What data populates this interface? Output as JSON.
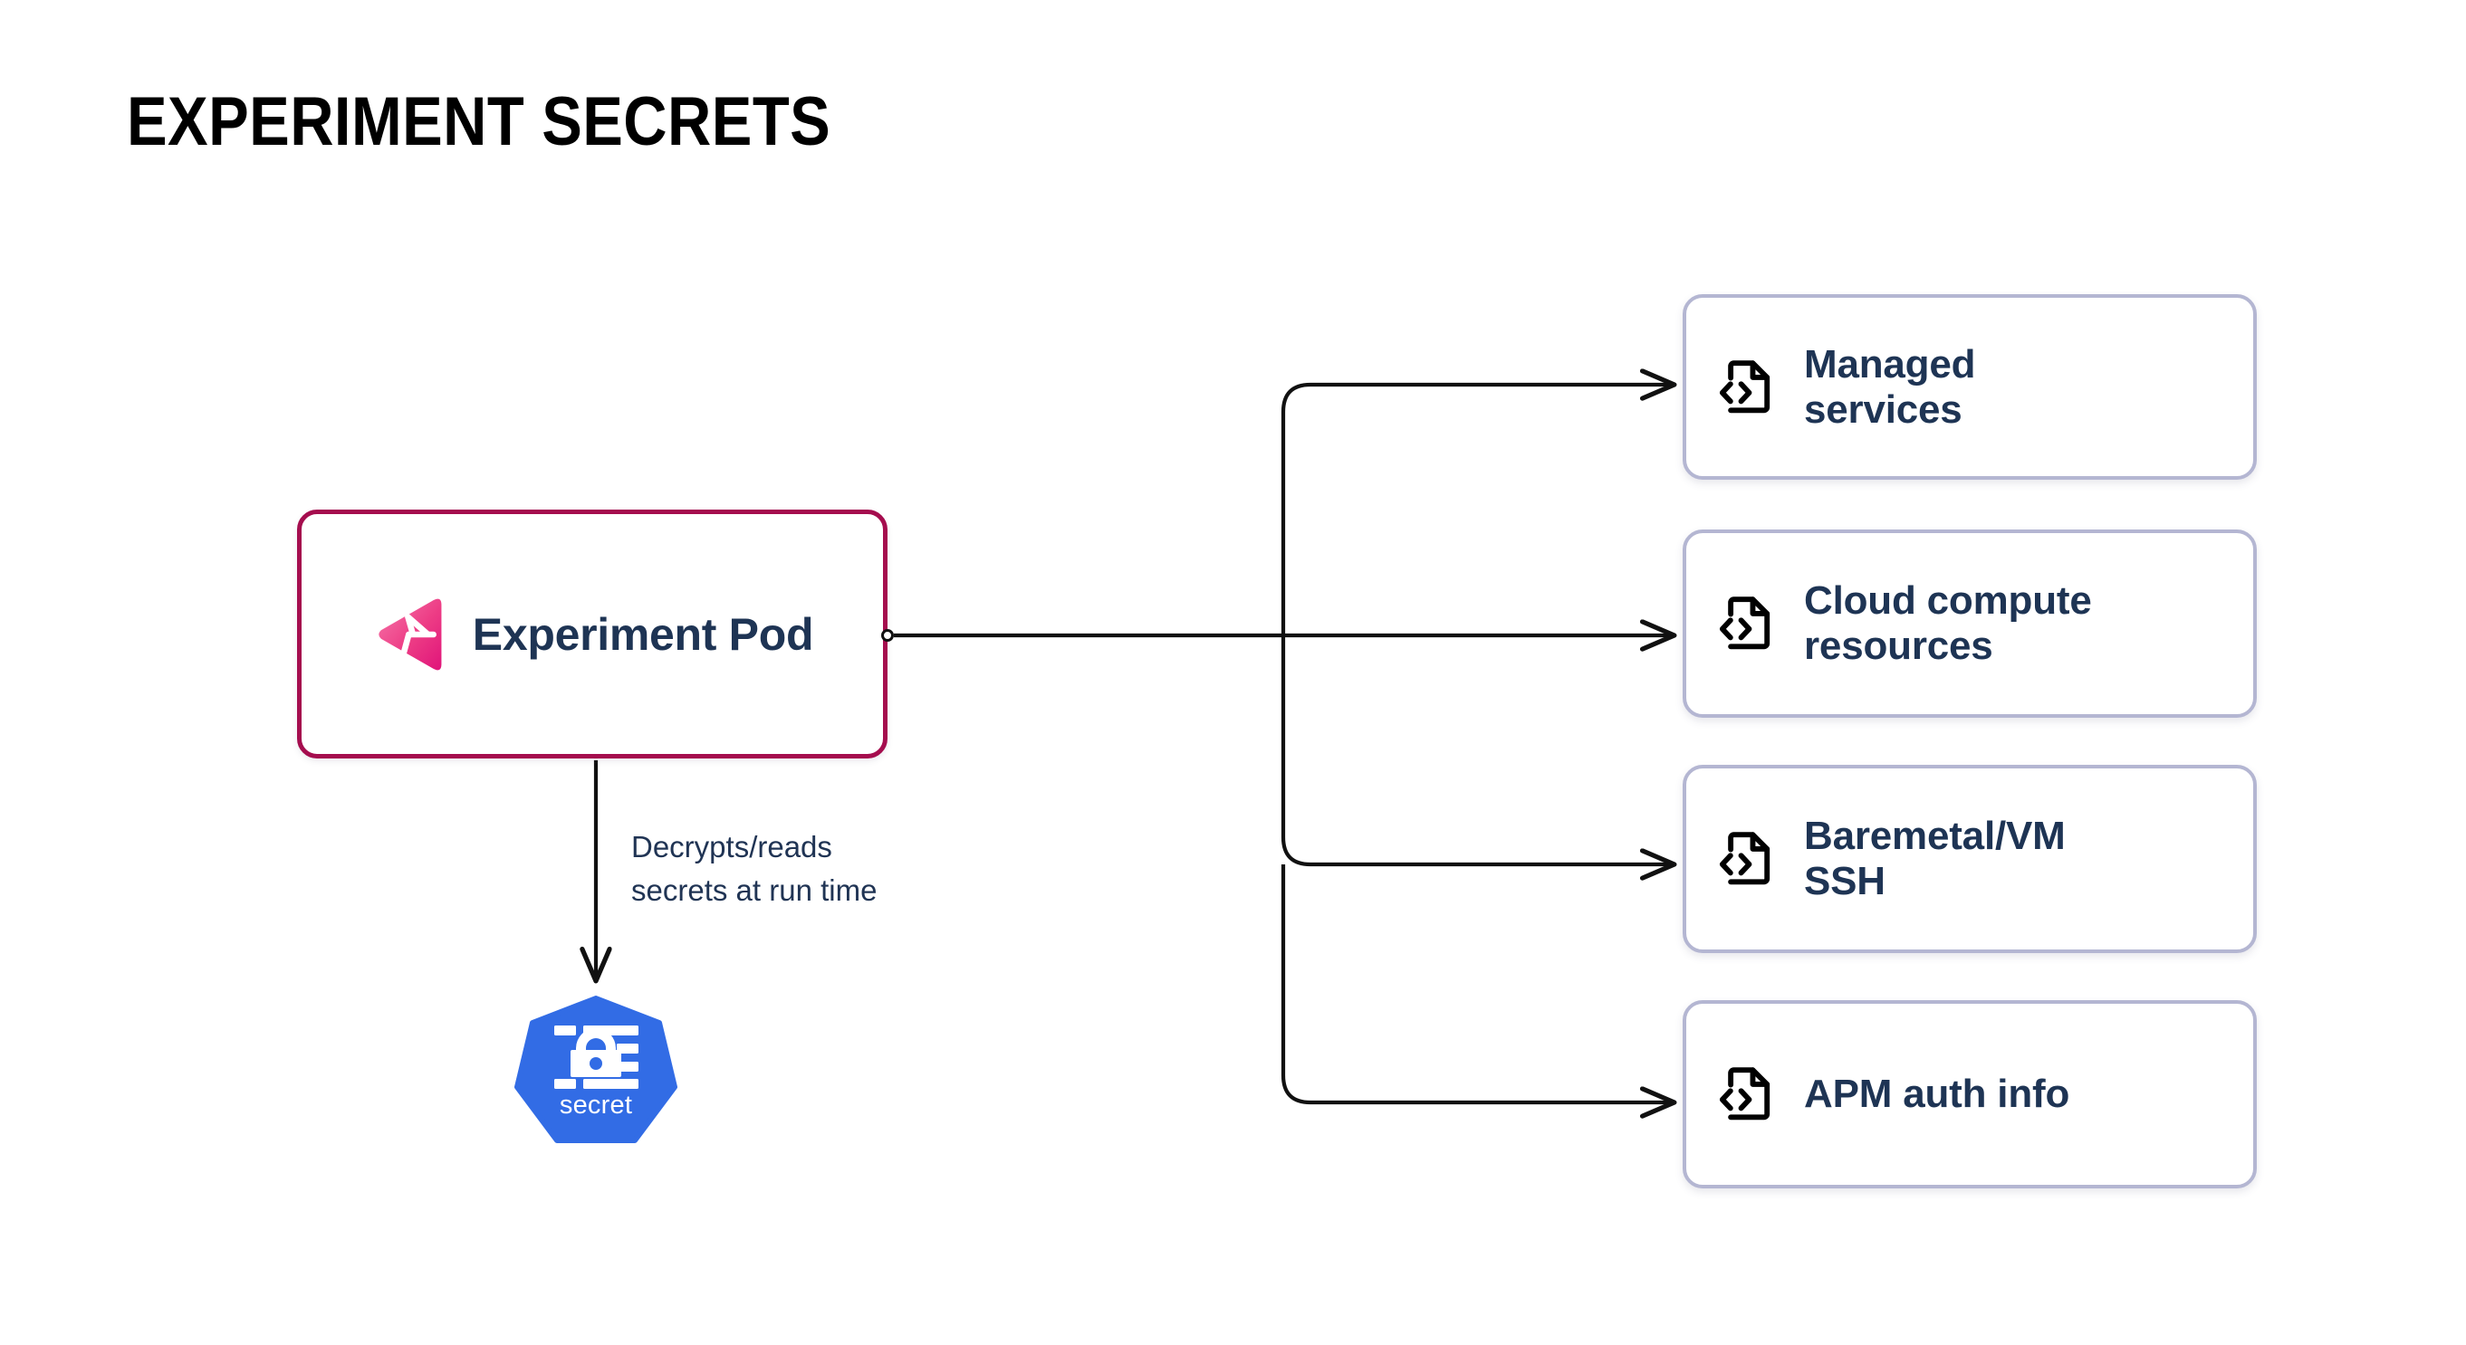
{
  "page": {
    "title": "EXPERIMENT SECRETS",
    "background_color": "#FFFFFF"
  },
  "colors": {
    "pod_border": "#A50D4E",
    "pod_logo_gradient_from": "#F472A6",
    "pod_logo_gradient_to": "#E31C79",
    "text_navy": "#1E3454",
    "card_border": "#B4B6D2",
    "kubernetes_blue": "#326CE5",
    "connector_stroke": "#111111",
    "icon_black": "#000000"
  },
  "pod_node": {
    "label": "Experiment Pod",
    "logo_name": "gremlin-logo",
    "port_name": "pod-output-port"
  },
  "secret_node": {
    "label": "secret",
    "icon_name": "kubernetes-secret-icon"
  },
  "annotation": {
    "decrypt_note_line1": "Decrypts/reads",
    "decrypt_note_line2": "secrets at run time"
  },
  "cards": [
    {
      "id": "managed-services",
      "label_line1": "Managed",
      "label_line2": "services",
      "icon_name": "file-code-icon"
    },
    {
      "id": "cloud-compute",
      "label_line1": "Cloud compute",
      "label_line2": "resources",
      "icon_name": "file-code-icon"
    },
    {
      "id": "baremetal-ssh",
      "label_line1": "Baremetal/VM",
      "label_line2": "SSH",
      "icon_name": "file-code-icon"
    },
    {
      "id": "apm-auth",
      "label_line1": "APM auth info",
      "label_line2": "",
      "icon_name": "file-code-icon"
    }
  ],
  "connections": [
    {
      "from": "pod-node",
      "to": "managed-services",
      "arrow": true
    },
    {
      "from": "pod-node",
      "to": "cloud-compute",
      "arrow": true
    },
    {
      "from": "pod-node",
      "to": "baremetal-ssh",
      "arrow": true
    },
    {
      "from": "pod-node",
      "to": "apm-auth",
      "arrow": true
    },
    {
      "from": "pod-node",
      "to": "secret-node",
      "arrow": true,
      "label": "Decrypts/reads secrets at run time"
    }
  ]
}
